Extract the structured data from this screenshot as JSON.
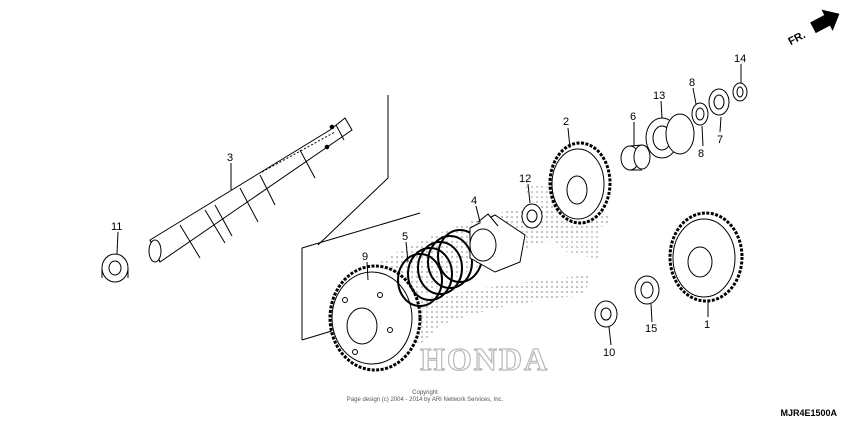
{
  "parts": [
    {
      "name": "part-label-1",
      "label": "1"
    },
    {
      "name": "part-label-2",
      "label": "2"
    },
    {
      "name": "part-label-3",
      "label": "3"
    },
    {
      "name": "part-label-4",
      "label": "4"
    },
    {
      "name": "part-label-5",
      "label": "5"
    },
    {
      "name": "part-label-6",
      "label": "6"
    },
    {
      "name": "part-label-7",
      "label": "7"
    },
    {
      "name": "part-label-8a",
      "label": "8"
    },
    {
      "name": "part-label-8b",
      "label": "8"
    },
    {
      "name": "part-label-9",
      "label": "9"
    },
    {
      "name": "part-label-10",
      "label": "10"
    },
    {
      "name": "part-label-11",
      "label": "11"
    },
    {
      "name": "part-label-12",
      "label": "12"
    },
    {
      "name": "part-label-13",
      "label": "13"
    },
    {
      "name": "part-label-14",
      "label": "14"
    },
    {
      "name": "part-label-15",
      "label": "15"
    }
  ],
  "direction_label": "FR.",
  "copyright_line1": "Copyright",
  "copyright_line2": "Page design (c) 2004 - 2014 by ARI Network Services, Inc.",
  "diagram_code": "MJR4E1500A",
  "watermark_brand": "HONDA",
  "colors": {
    "ink": "#000000",
    "watermark": "#c8c8c8"
  }
}
